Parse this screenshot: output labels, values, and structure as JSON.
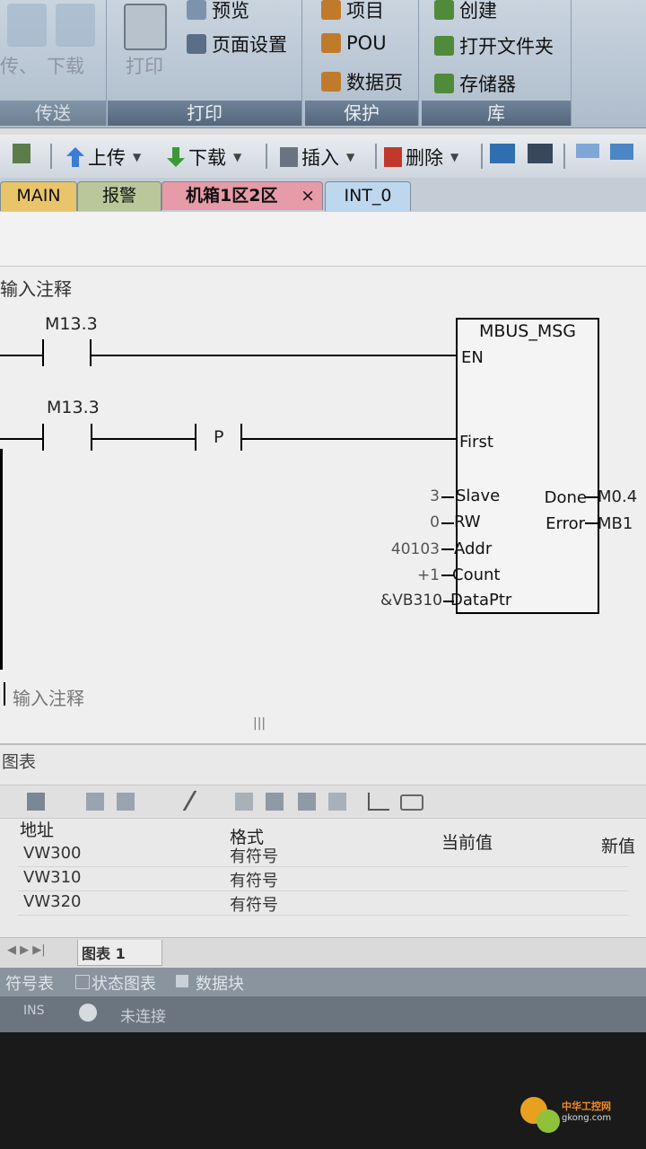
{
  "ribbon": {
    "groups": [
      {
        "title": "传送",
        "items": [
          "传、",
          "下载"
        ]
      },
      {
        "title": "打印",
        "items": [
          "打印",
          "预览",
          "页面设置"
        ]
      },
      {
        "title": "保护",
        "items": [
          "项目",
          "POU",
          "数据页"
        ]
      },
      {
        "title": "库",
        "items": [
          "创建",
          "打开文件夹",
          "存储器"
        ]
      }
    ]
  },
  "toolbar": {
    "upload": "上传",
    "download": "下载",
    "insert": "插入",
    "delete": "删除"
  },
  "tabs": [
    {
      "label": "MAIN"
    },
    {
      "label": "报警"
    },
    {
      "label": "机箱1区2区",
      "close": "×"
    },
    {
      "label": "INT_0"
    }
  ],
  "network": {
    "comment": "输入注释",
    "contact1": "M13.3",
    "contact2": "M13.3",
    "p_label": "P",
    "next_comment": "输入注释",
    "block": {
      "title": "MBUS_MSG",
      "in_pins": [
        "EN",
        "First",
        "Slave",
        "RW",
        "Addr",
        "Count",
        "DataPtr"
      ],
      "in_values": [
        "3",
        "0",
        "40103",
        "+1",
        "&VB310"
      ],
      "out_pins": [
        "Done",
        "Error"
      ],
      "out_values": [
        "M0.4",
        "MB1"
      ]
    }
  },
  "chart": {
    "title": "图表",
    "headers": [
      "地址",
      "格式",
      "当前值",
      "新值"
    ],
    "rows": [
      {
        "addr": "VW300",
        "fmt": "有符号"
      },
      {
        "addr": "VW310",
        "fmt": "有符号"
      },
      {
        "addr": "VW320",
        "fmt": "有符号"
      }
    ],
    "sheet_tab": "图表 1"
  },
  "bottom_tabs": [
    "符号表",
    "状态图表",
    "数据块"
  ],
  "status": {
    "mode": "INS",
    "connection": "未连接"
  },
  "watermark": {
    "text": "中华工控网",
    "url": "gkong.com"
  },
  "colors": {
    "ribbon_title": "#5d6f84",
    "tab_main": "#e8c46a",
    "tab_alarm": "#b9c79a",
    "tab_active": "#e79aa8",
    "tab_int": "#bcd7ee"
  }
}
